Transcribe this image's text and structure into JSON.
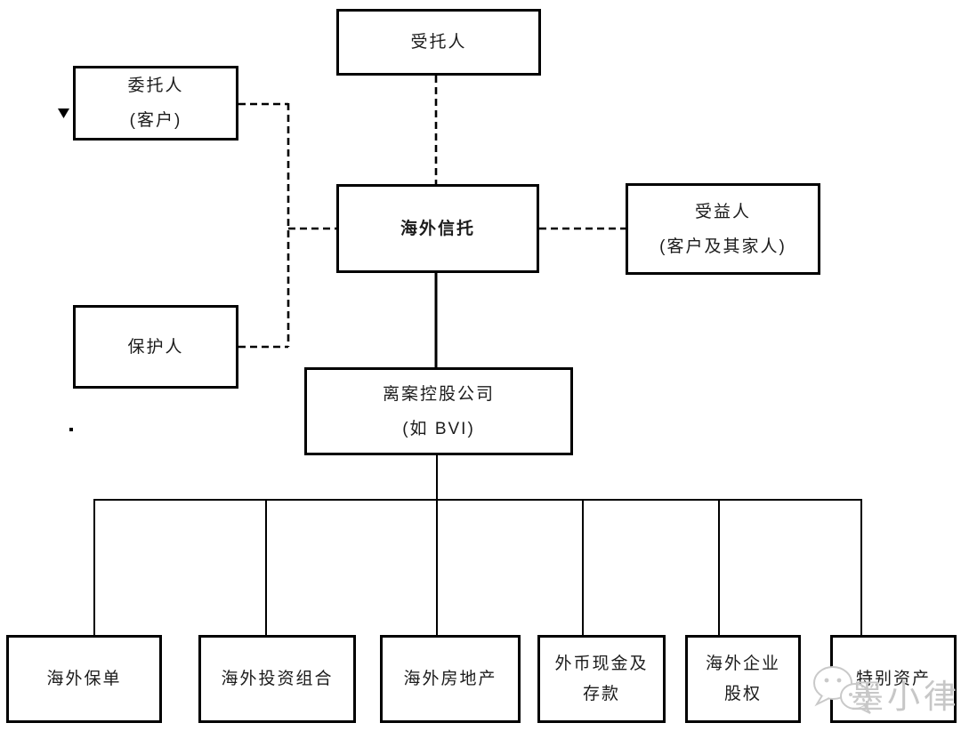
{
  "diagram": {
    "nodes": {
      "trustee": {
        "line1": "受托人"
      },
      "settlor": {
        "line1": "委托人",
        "line2": "(客户)"
      },
      "trust": {
        "line1": "海外信托"
      },
      "beneficiary": {
        "line1": "受益人",
        "line2": "(客户及其家人)"
      },
      "protector": {
        "line1": "保护人"
      },
      "holding": {
        "line1": "离案控股公司",
        "line2": "(如 BVI)"
      },
      "assets": [
        {
          "line1": "海外保单"
        },
        {
          "line1": "海外投资组合"
        },
        {
          "line1": "海外房地产"
        },
        {
          "line1": "外币现金及",
          "line2": "存款"
        },
        {
          "line1": "海外企业",
          "line2": "股权"
        },
        {
          "line1": "特别资产"
        }
      ]
    },
    "connections": {
      "dashed": [
        "trustee–trust",
        "settlor–trust",
        "protector–trust",
        "trust–beneficiary"
      ],
      "solid": [
        "trust–holding",
        "holding–assets-bus"
      ]
    },
    "watermark": {
      "icon": "wechat-icon",
      "text": "墨小律"
    },
    "colors": {
      "background": "#ffffff",
      "box_border": "#000000",
      "line": "#000000",
      "text": "#1c1c1c",
      "watermark": "#c7c7c7"
    }
  }
}
